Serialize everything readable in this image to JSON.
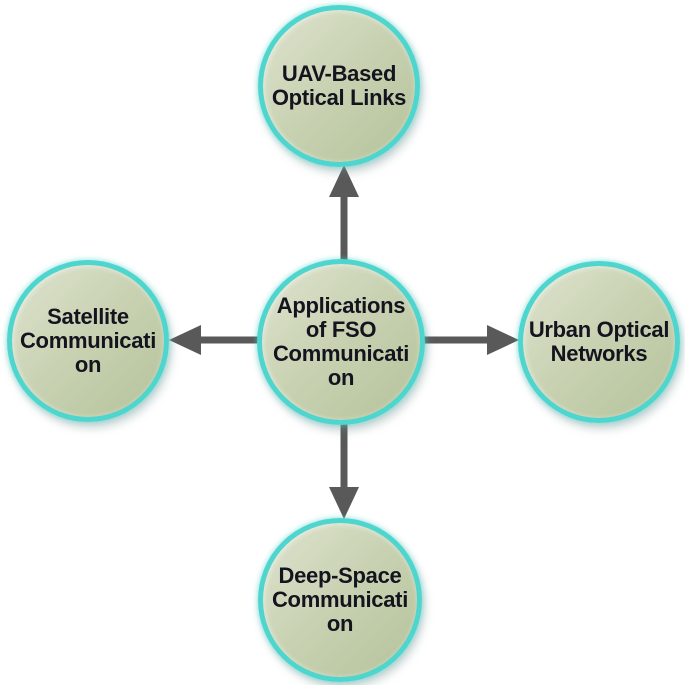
{
  "diagram": {
    "nodes": {
      "center": {
        "label": "Applications\nof FSO\nCommunicati\non"
      },
      "top": {
        "label": "UAV-Based\nOptical Links"
      },
      "left": {
        "label": "Satellite\nCommunicati\non"
      },
      "right": {
        "label": "Urban Optical\nNetworks"
      },
      "bottom": {
        "label": "Deep-Space\nCommunicati\non"
      }
    },
    "arrows": [
      {
        "from": "center",
        "to": "top",
        "direction": "up"
      },
      {
        "from": "center",
        "to": "left",
        "direction": "left"
      },
      {
        "from": "center",
        "to": "right",
        "direction": "right"
      },
      {
        "from": "center",
        "to": "bottom",
        "direction": "down"
      }
    ],
    "colors": {
      "arrow": "#595959",
      "node_border": "#4ed5ce",
      "node_fill_light": "#dee3cf",
      "node_fill_dark": "#b5c29b",
      "text": "#14141e",
      "background": "#ffffff"
    }
  }
}
